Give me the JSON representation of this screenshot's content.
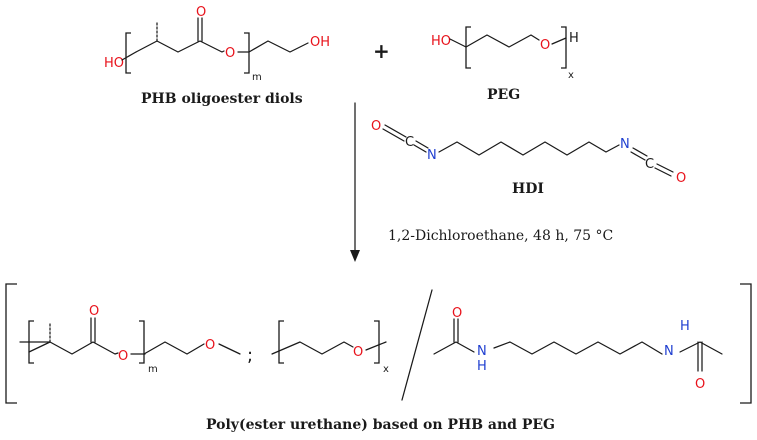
{
  "reactants": {
    "phb": {
      "label": "PHB oligoester diols",
      "left_oh": "HO",
      "carbonyl_o": "O",
      "ester_o": "O",
      "right_oh": "OH",
      "subscript": "m"
    },
    "plus": "+",
    "peg": {
      "label": "PEG",
      "ho": "HO",
      "o": "O",
      "h": "H",
      "subscript": "x"
    }
  },
  "reagent": {
    "hdi": {
      "label": "HDI",
      "o_left": "O",
      "c_left": "C",
      "n_left": "N",
      "n_right": "N",
      "c_right": "C",
      "o_right": "O"
    },
    "conditions": "1,2-Dichloroethane, 48 h, 75 °C"
  },
  "product": {
    "label": "Poly(ester urethane) based on PHB and PEG",
    "phb_carbonyl_o": "O",
    "phb_ester_o": "O",
    "phb_ether_o": "O",
    "phb_subscript": "m",
    "separator": ";",
    "peg_o": "O",
    "peg_subscript": "x",
    "urethane_left_o": "O",
    "urethane_left_n": "N",
    "urethane_left_h": "H",
    "urethane_right_n": "N",
    "urethane_right_h": "H",
    "urethane_right_o": "O"
  },
  "colors": {
    "oxygen": "#e8121b",
    "nitrogen": "#1f3fd0",
    "bond": "#1a1a1a"
  }
}
